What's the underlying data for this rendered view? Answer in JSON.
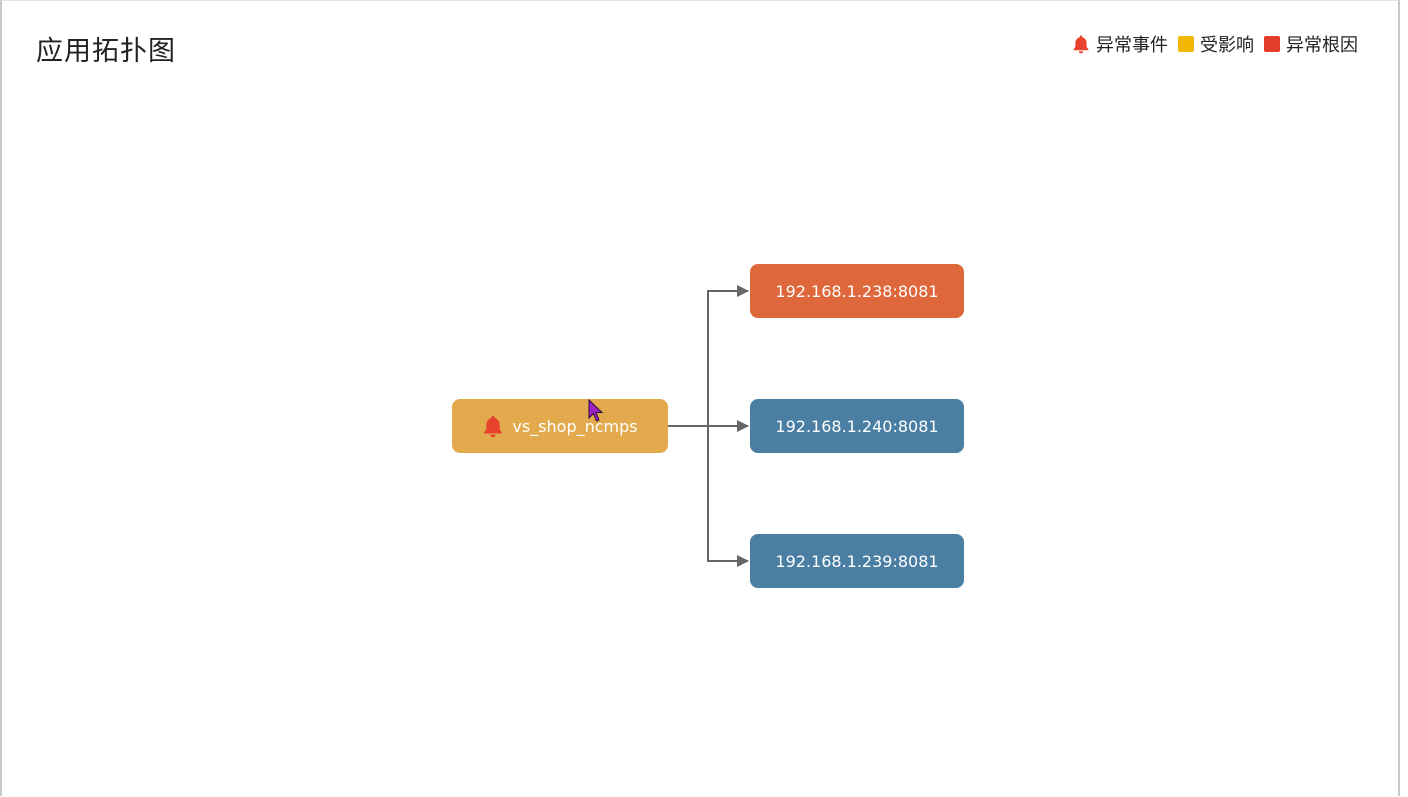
{
  "header": {
    "title": "应用拓扑图"
  },
  "legend": {
    "items": [
      {
        "label": "异常事件",
        "icon": "bell-icon",
        "color": "#e8412c"
      },
      {
        "label": "受影响",
        "icon": "square",
        "color": "#f2b705"
      },
      {
        "label": "异常根因",
        "icon": "square",
        "color": "#e23d2d"
      }
    ]
  },
  "topology": {
    "source": {
      "label": "vs_shop_ncmps",
      "color": "#e3aa4d",
      "icon": "bell-icon"
    },
    "targets": [
      {
        "label": "192.168.1.238:8081",
        "color": "#de673b"
      },
      {
        "label": "192.168.1.240:8081",
        "color": "#4a7fa3"
      },
      {
        "label": "192.168.1.239:8081",
        "color": "#4a7fa3"
      }
    ]
  }
}
